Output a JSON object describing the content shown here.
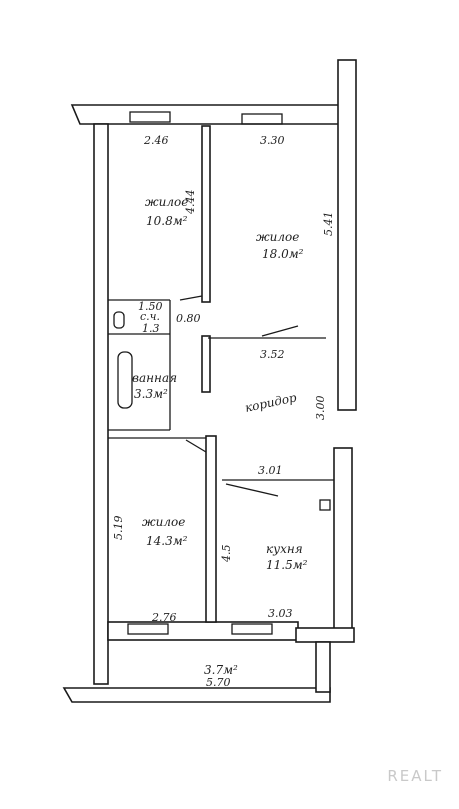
{
  "rooms": {
    "living_top_left": {
      "name": "жилое",
      "area": "10.8м²"
    },
    "living_top_right": {
      "name": "жилое",
      "area": "18.0м²"
    },
    "wc": {
      "height": "1.50",
      "name": "с.ч.",
      "area": "1.3"
    },
    "bath": {
      "name": "ванная",
      "area": "3.3м²"
    },
    "corridor": {
      "name": "коридор"
    },
    "living_bottom_left": {
      "name": "жилое",
      "area": "14.3м²"
    },
    "kitchen": {
      "name": "кухня",
      "area": "11.5м²"
    },
    "balcony": {
      "area": "3.7м²"
    }
  },
  "dimensions": {
    "top_left_width": "2.46",
    "top_right_width": "3.30",
    "top_left_depth": "4.44",
    "top_right_depth": "5.41",
    "door_gap": "0.80",
    "living_right_bottom": "3.52",
    "corridor_depth": "3.00",
    "kitchen_width_top": "3.01",
    "bottom_left_depth": "5.19",
    "kitchen_depth": "4.5",
    "bottom_left_width": "2.76",
    "kitchen_width_bottom": "3.03",
    "balcony_length": "5.70"
  },
  "watermark": "REALT"
}
